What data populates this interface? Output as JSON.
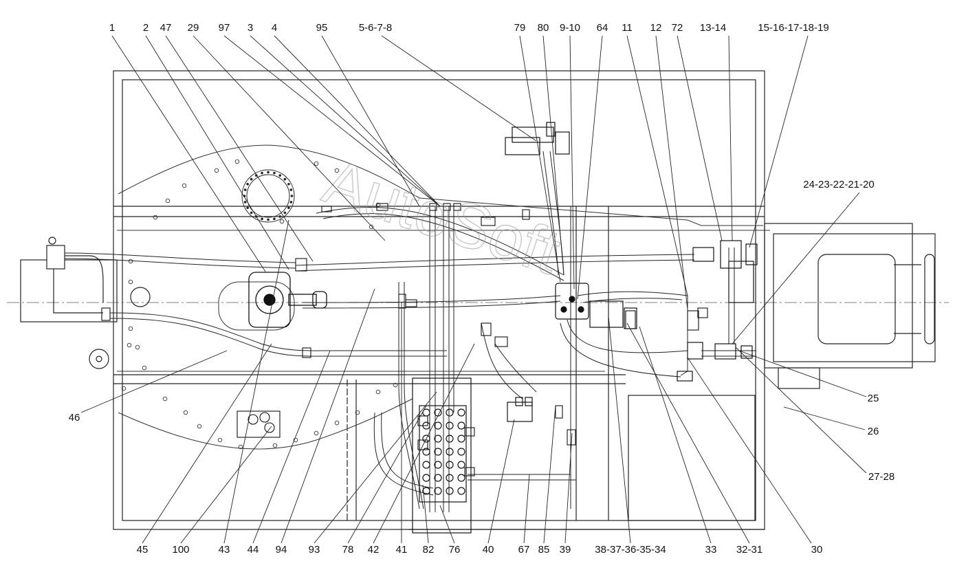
{
  "watermark": "AutoSoft",
  "callouts_top": [
    "1",
    "2",
    "47",
    "29",
    "97",
    "3",
    "4",
    "95",
    "5-6-7-8",
    "79",
    "80",
    "9-10",
    "64",
    "11",
    "12",
    "72",
    "13-14",
    "15-16-17-18-19"
  ],
  "callouts_right": [
    "24-23-22-21-20",
    "25",
    "26",
    "27-28"
  ],
  "callouts_left": [
    "46"
  ],
  "callouts_bottom": [
    "45",
    "100",
    "43",
    "44",
    "94",
    "93",
    "78",
    "42",
    "41",
    "82",
    "76",
    "40",
    "67",
    "85",
    "39",
    "38-37-36-35-34",
    "33",
    "32-31",
    "30"
  ]
}
